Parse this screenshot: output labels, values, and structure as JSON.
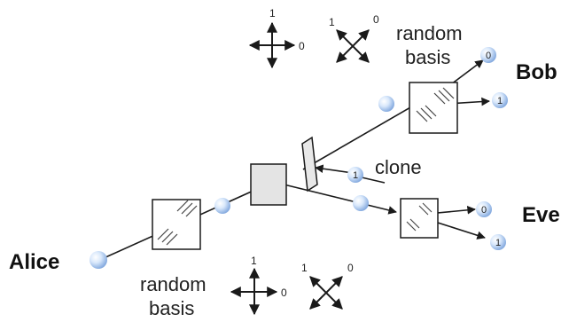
{
  "parties": {
    "alice": "Alice",
    "bob": "Bob",
    "eve": "Eve"
  },
  "labels": {
    "random_basis_top_1": "random",
    "random_basis_top_2": "basis",
    "random_basis_bottom_1": "random",
    "random_basis_bottom_2": "basis",
    "clone": "clone"
  },
  "basis_marks": {
    "top_rect_up": "1",
    "top_rect_right": "0",
    "top_diag_ul": "1",
    "top_diag_ur": "0",
    "bottom_rect_up": "1",
    "bottom_rect_right": "0",
    "bottom_diag_ul": "1",
    "bottom_diag_ur": "0"
  },
  "photon_labels": {
    "bob_out_0": "0",
    "bob_out_1": "1",
    "clone_photon": "1",
    "eve_out_0": "0",
    "eve_out_1": "1"
  },
  "colors": {
    "photon_light": "#d9e8fb",
    "photon_dark": "#7fa6dd",
    "box_fill": "#e4e4e4",
    "line": "#1a1a1a"
  }
}
